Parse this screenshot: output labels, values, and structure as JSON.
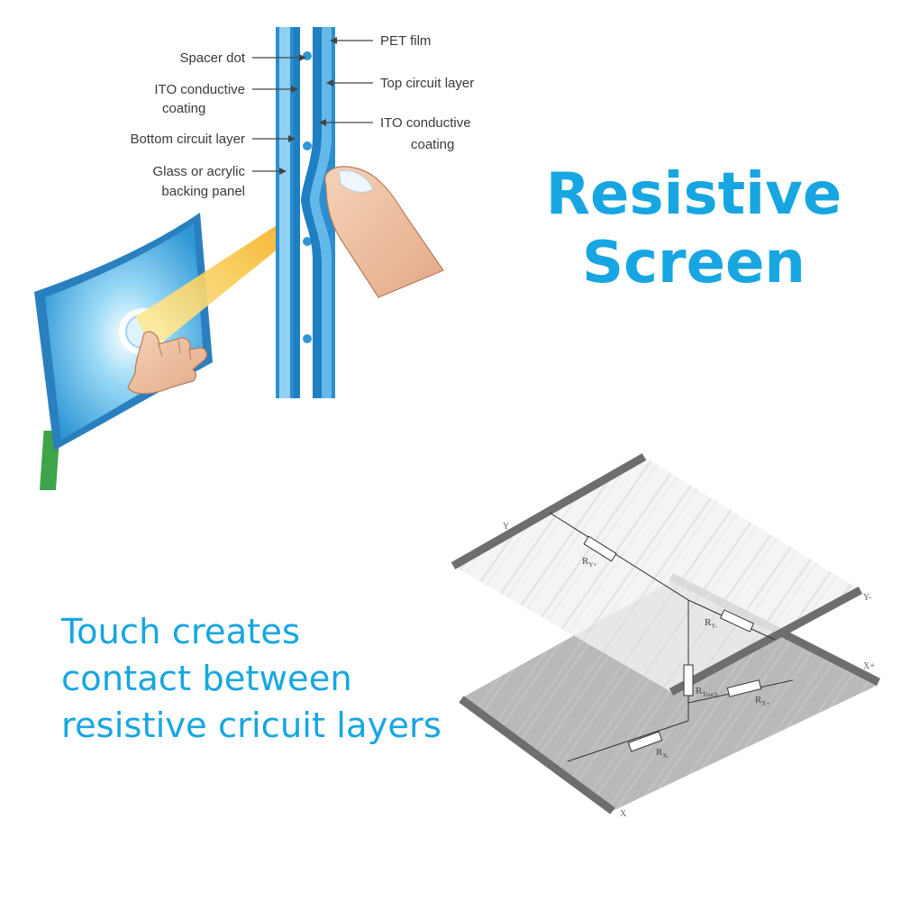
{
  "title": {
    "line1": "Resistive",
    "line2": "Screen"
  },
  "caption": {
    "line1": "Touch creates",
    "line2": "contact between",
    "line3": "resistive cricuit layers"
  },
  "layers_diagram": {
    "left_callouts": {
      "spacer_dot": "Spacer dot",
      "ito_coating_1": "ITO conductive",
      "ito_coating_2": "coating",
      "bottom_circuit": "Bottom circuit layer",
      "backing_1": "Glass or acrylic",
      "backing_2": "backing panel"
    },
    "right_callouts": {
      "pet_film": "PET film",
      "top_circuit": "Top circuit layer",
      "ito_coating_1": "ITO conductive",
      "ito_coating_2": "coating"
    }
  },
  "circuit_diagram": {
    "ry_top": "R",
    "ry_top_sub": "Y+",
    "ry": "R",
    "ry_sub": "Y-",
    "rtouch": "R",
    "rtouch_sub": "Touch",
    "rx_plus": "R",
    "rx_plus_sub": "X+",
    "rx": "R",
    "rx_sub": "X-",
    "axis_y": "Y",
    "axis_y_minus": "Y-",
    "axis_x": "X",
    "axis_x_plus": "X+"
  },
  "colors": {
    "accent": "#17a6e2",
    "layer_blue": "#2f97d6",
    "electrode_gray": "#6e6e6e",
    "bottom_sheet": "#b9b9b9"
  }
}
